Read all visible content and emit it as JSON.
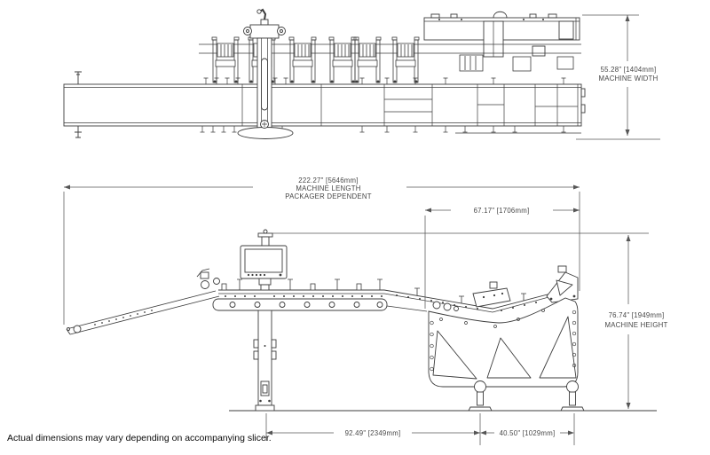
{
  "drawing": {
    "background": "#ffffff",
    "line_color": "#3c3c3c",
    "dimension_line_color": "#565656",
    "subject": "packaging machine two-view dimension drawing"
  },
  "dimensions": {
    "machine_width": {
      "value": "55.28\" [1404mm]",
      "label": "MACHINE WIDTH"
    },
    "machine_length": {
      "value": "222.27\" [5646mm]",
      "label_line1": "MACHINE LENGTH",
      "label_line2": "PACKAGER DEPENDENT"
    },
    "frame_section": {
      "value": "67.17\" [1706mm]"
    },
    "machine_height": {
      "value": "76.74\" [1949mm]",
      "label": "MACHINE HEIGHT"
    },
    "leg_span": {
      "value": "92.49\" [2349mm]"
    },
    "feet_span": {
      "value": "40.50\" [1029mm]"
    }
  },
  "caption": "Actual dimensions may vary depending on accompanying slicer."
}
